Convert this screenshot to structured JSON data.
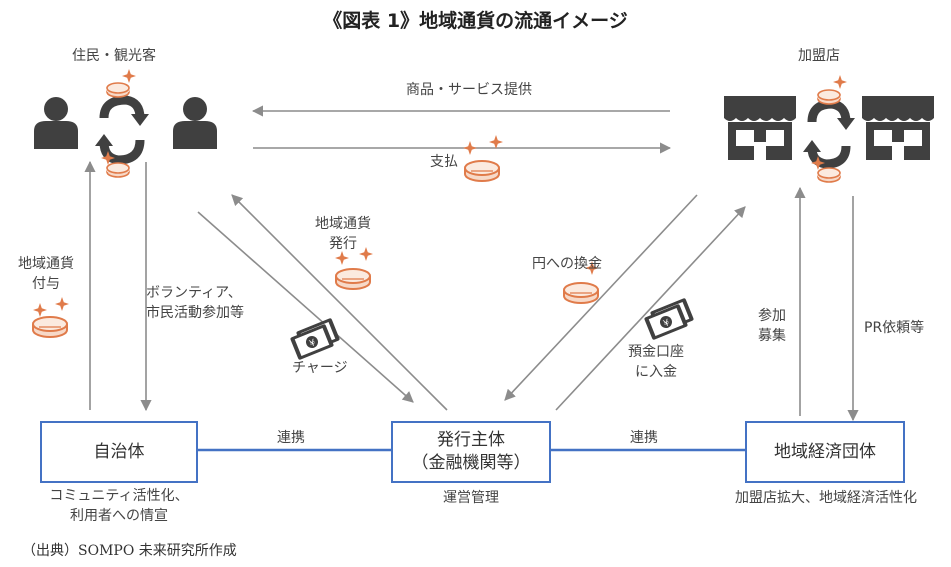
{
  "title": "《図表 1》地域通貨の流通イメージ",
  "actors": {
    "residents": "住民・観光客",
    "stores": "加盟店"
  },
  "boxes": {
    "municipality": "自治体",
    "issuer_line1": "発行主体",
    "issuer_line2": "（金融機関等）",
    "economic_org": "地域経済団体"
  },
  "flows": {
    "goods_services": "商品・サービス提供",
    "payment": "支払",
    "issue_line1": "地域通貨",
    "issue_line2": "発行",
    "charge": "チャージ",
    "exchange": "円への換金",
    "deposit_line1": "預金口座",
    "deposit_line2": "に入金",
    "grant_line1": "地域通貨",
    "grant_line2": "付与",
    "volunteer_line1": "ボランティア、",
    "volunteer_line2": "市民活動参加等",
    "recruit_line1": "参加",
    "recruit_line2": "募集",
    "pr": "PR依頼等",
    "link_left": "連携",
    "link_right": "連携"
  },
  "notes": {
    "municipality_line1": "コミュニティ活性化、",
    "municipality_line2": "利用者への情宣",
    "issuer": "運営管理",
    "economic_org": "加盟店拡大、地域経済活性化"
  },
  "source": "（出典）SOMPO 未来研究所作成",
  "colors": {
    "box_border": "#4472c4",
    "arrow": "#8c8c8c",
    "coin": "#e07b4a",
    "person": "#404040"
  },
  "icons": [
    "person-icon",
    "store-icon",
    "coin-icon",
    "banknote-icon",
    "cycle-arrows-icon"
  ]
}
